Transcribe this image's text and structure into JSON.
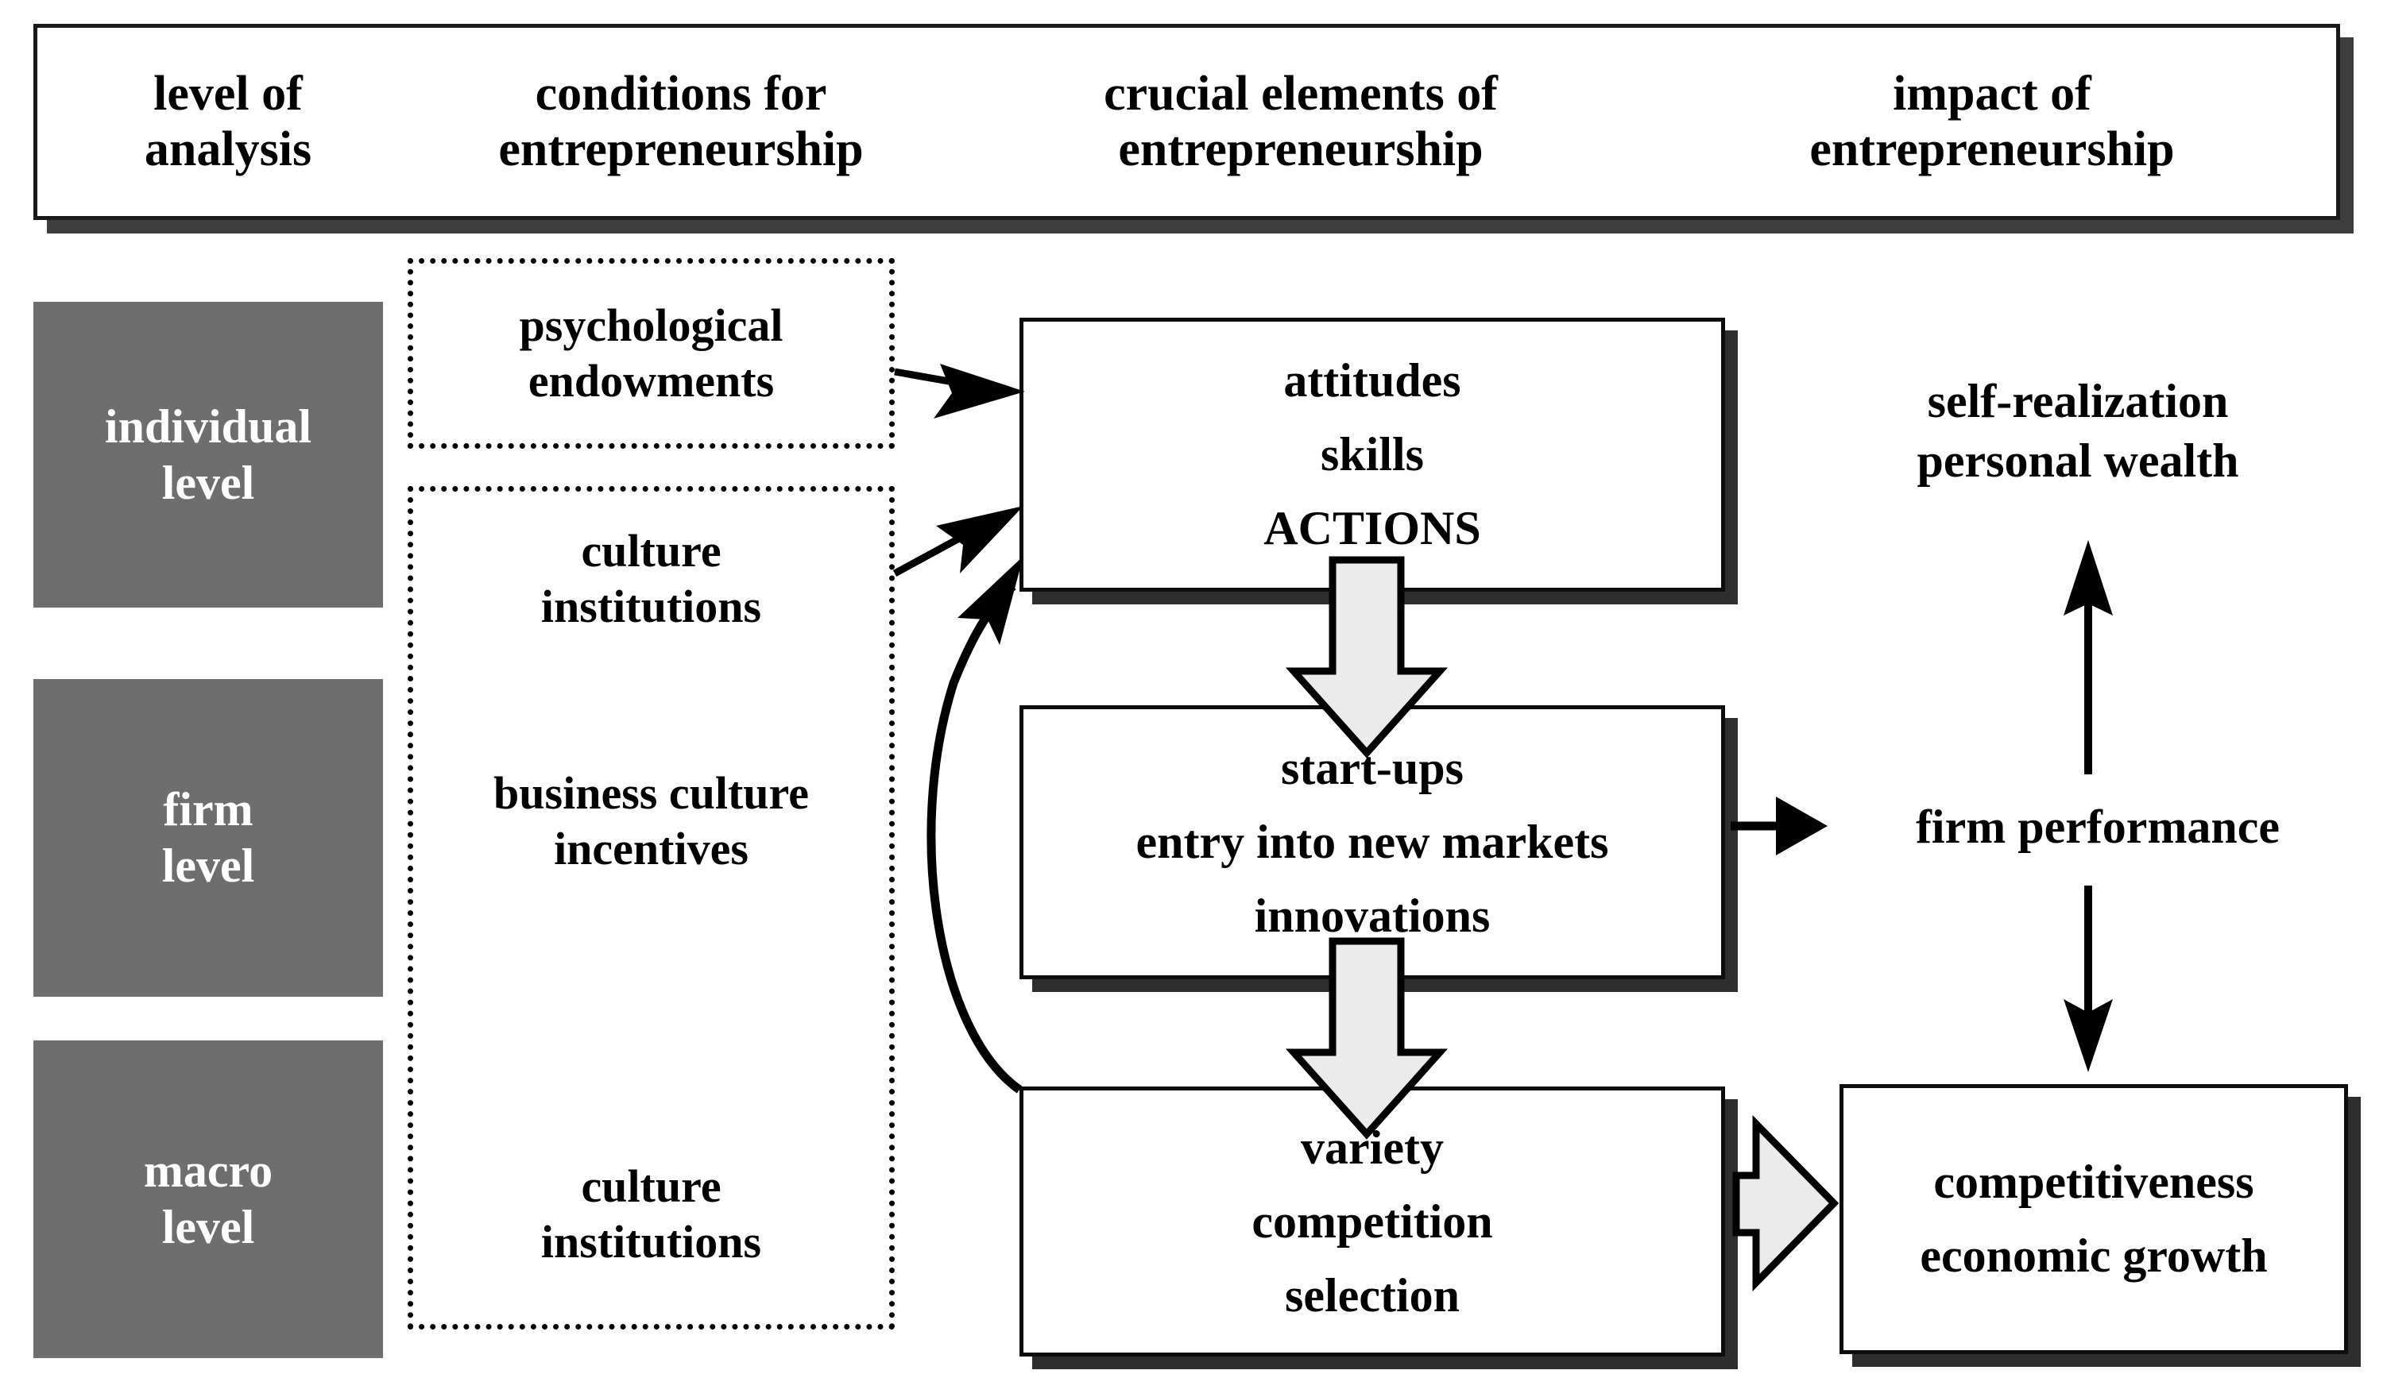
{
  "header": {
    "columns": [
      {
        "line1": "level of",
        "line2": "analysis"
      },
      {
        "line1": "conditions for",
        "line2": "entrepreneurship"
      },
      {
        "line1": "crucial elements of",
        "line2": "entrepreneurship"
      },
      {
        "line1": "impact of",
        "line2": "entrepreneurship"
      }
    ]
  },
  "levels": [
    {
      "line1": "individual",
      "line2": "level"
    },
    {
      "line1": "firm",
      "line2": "level"
    },
    {
      "line1": "macro",
      "line2": "level"
    }
  ],
  "conditions": {
    "box1": {
      "line1": "psychological",
      "line2": "endowments"
    },
    "box2": {
      "group1": {
        "line1": "culture",
        "line2": "institutions"
      },
      "group2": {
        "line1": "business culture",
        "line2": "incentives"
      },
      "group3": {
        "line1": "culture",
        "line2": "institutions"
      }
    }
  },
  "elements": {
    "individual": {
      "line1": "attitudes",
      "line2": "skills",
      "line3": "ACTIONS"
    },
    "firm": {
      "line1": "start-ups",
      "line2": "entry into new markets",
      "line3": "innovations"
    },
    "macro": {
      "line1": "variety",
      "line2": "competition",
      "line3": "selection"
    }
  },
  "impact": {
    "individual": {
      "line1": "self-realization",
      "line2": "personal wealth"
    },
    "firm": {
      "line1": "firm performance"
    },
    "macro": {
      "line1": "competitiveness",
      "line2": "economic growth"
    }
  },
  "colors": {
    "level_box_fill": "#6e6e6e",
    "level_box_text": "#ffffff",
    "block_arrow_fill": "#ebebeb",
    "outline": "#000000",
    "shadow": "#2e2e2e",
    "page_background": "#ffffff"
  },
  "connectors": [
    {
      "name": "psychological-endowments-to-attitudes",
      "kind": "thin-arrow",
      "from": "cond-box-1",
      "to": "box-attitudes"
    },
    {
      "name": "culture-institutions-to-attitudes",
      "kind": "thin-arrow",
      "from": "cond-box-2",
      "to": "box-attitudes"
    },
    {
      "name": "macro-feedback-to-attitudes",
      "kind": "curved-arrow",
      "from": "box-variety",
      "to": "box-attitudes"
    },
    {
      "name": "attitudes-to-startups",
      "kind": "block-arrow-down",
      "from": "box-attitudes",
      "to": "box-startups"
    },
    {
      "name": "startups-to-variety",
      "kind": "block-arrow-down",
      "from": "box-startups",
      "to": "box-variety"
    },
    {
      "name": "startups-to-firm-performance",
      "kind": "thin-arrow-right",
      "from": "box-startups",
      "to": "firm-performance"
    },
    {
      "name": "variety-to-competitiveness",
      "kind": "block-arrow-right",
      "from": "box-variety",
      "to": "box-competitiveness"
    },
    {
      "name": "firm-performance-to-self-realization",
      "kind": "thin-arrow-up",
      "from": "firm-performance",
      "to": "self-realization"
    },
    {
      "name": "firm-performance-to-competitiveness",
      "kind": "thin-arrow-down",
      "from": "firm-performance",
      "to": "box-competitiveness"
    }
  ]
}
